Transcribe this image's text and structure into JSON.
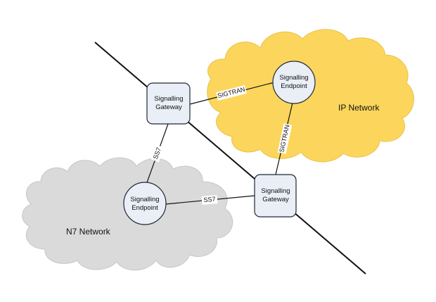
{
  "colors": {
    "ip_cloud_fill": "#FCD65C",
    "ip_cloud_stroke": "#E8C24A",
    "n7_cloud_fill": "#DADADA",
    "n7_cloud_stroke": "#C7C7C7",
    "node_fill": "#E9EEF7",
    "node_stroke": "#1F2937",
    "line": "#111111"
  },
  "networks": {
    "ip": {
      "label": "IP Network"
    },
    "n7": {
      "label": "N7 Network"
    }
  },
  "nodes": {
    "gateway_top": {
      "line1": "Signalling",
      "line2": "Gateway",
      "icon": "rounded-square-node"
    },
    "gateway_bottom": {
      "line1": "Signalling",
      "line2": "Gateway",
      "icon": "rounded-square-node"
    },
    "endpoint_ip": {
      "line1": "Signalling",
      "line2": "Endpoint",
      "icon": "circle-node"
    },
    "endpoint_n7": {
      "line1": "Signalling",
      "line2": "Endpoint",
      "icon": "circle-node"
    }
  },
  "links": {
    "gw_top_to_ep_ip": {
      "label": "SIGTRAN"
    },
    "ep_ip_to_gw_bottom": {
      "label": "SIGTRAN"
    },
    "gw_top_to_ep_n7": {
      "label": "SS7"
    },
    "ep_n7_to_gw_bottom": {
      "label": "SS7"
    }
  }
}
